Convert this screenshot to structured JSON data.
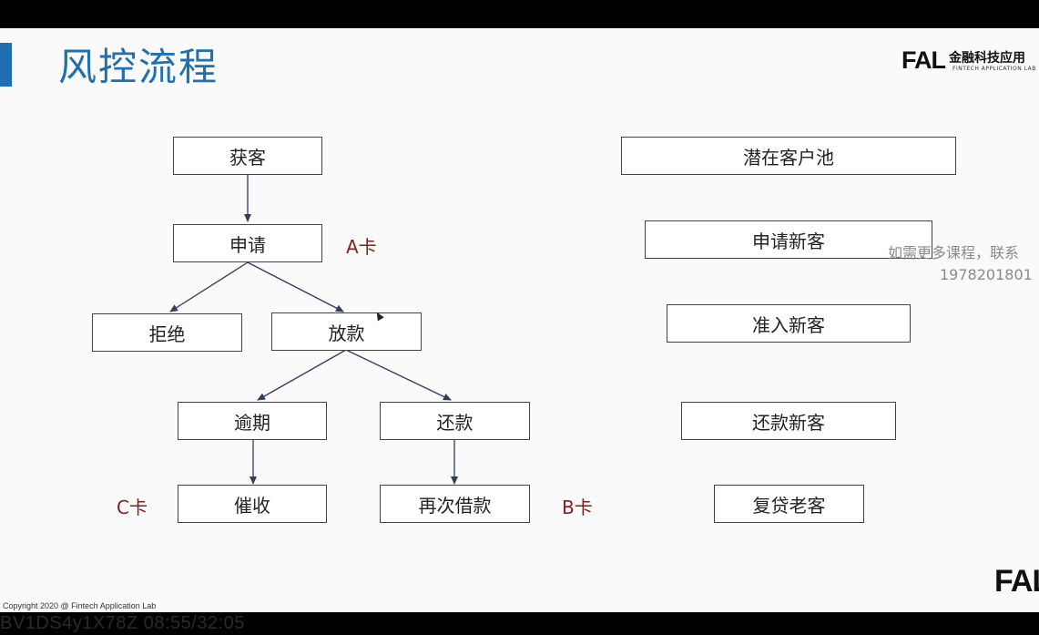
{
  "slide": {
    "title": "风控流程",
    "logo": {
      "brand": "FAL",
      "cn": "金融科技应用",
      "en": "FINTECH APPLICATION LAB"
    },
    "copyright": "Copyright 2020 @ Fintech Application Lab",
    "bottom_logo": "FAL"
  },
  "flow": {
    "acquire": "获客",
    "apply": "申请",
    "reject": "拒绝",
    "disburse": "放款",
    "overdue": "逾期",
    "repay": "还款",
    "collection": "催收",
    "reborrow": "再次借款"
  },
  "cards": {
    "a": "A卡",
    "b": "B卡",
    "c": "C卡"
  },
  "customer_stages": {
    "pool": "潜在客户池",
    "apply_new": "申请新客",
    "admit_new": "准入新客",
    "repay_new": "还款新客",
    "repeat_old": "复贷老客"
  },
  "watermark": {
    "line1": "如需更多课程，联系",
    "line2": "1978201801"
  },
  "video_overlay": "BV1DS4y1X78Z 08:55/32:05",
  "colors": {
    "accent": "#1f6fb2",
    "card_label": "#8b1a1a",
    "arrow": "#2e3f5c"
  }
}
